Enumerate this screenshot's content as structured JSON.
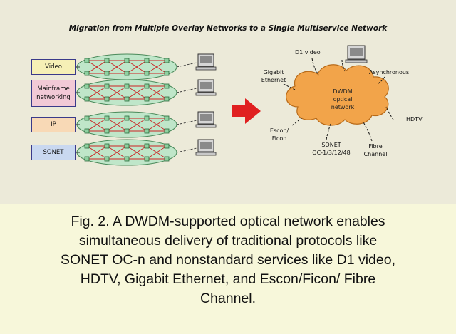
{
  "diagram": {
    "title": "Migration from Multiple Overlay Networks to a Single Multiservice Network",
    "left_networks": [
      {
        "label": "Video"
      },
      {
        "label": "Mainframe networking"
      },
      {
        "label": "IP"
      },
      {
        "label": "SONET"
      }
    ],
    "cloud_label": "DWDM optical network",
    "services": {
      "d1_video": "D1 video",
      "gigabit_ethernet": "Gigabit Ethernet",
      "asynchronous": "Asynchronous",
      "hdtv": "HDTV",
      "fibre_channel": "Fibre Channel",
      "sonet": "SONET",
      "sonet_oc": "OC-1/3/12/48",
      "escon_ficon": "Escon/ Ficon"
    },
    "colors": {
      "box_fill_video": "#f6f0b6",
      "box_fill_mainframe": "#f2c9d6",
      "box_fill_ip": "#f8d9b6",
      "box_fill_sonet": "#c9d8f0",
      "ring_fill": "#bfe6c9",
      "ring_links": "#cc2222",
      "cloud_fill": "#f2a44a",
      "arrow": "#e02020"
    }
  },
  "caption": {
    "lines": [
      "Fig. 2. A DWDM-supported optical network enables",
      "simultaneous delivery of traditional protocols like",
      "SONET OC-n and nonstandard services like D1 video,",
      "HDTV, Gigabit Ethernet, and Escon/Ficon/  Fibre",
      "Channel."
    ]
  }
}
